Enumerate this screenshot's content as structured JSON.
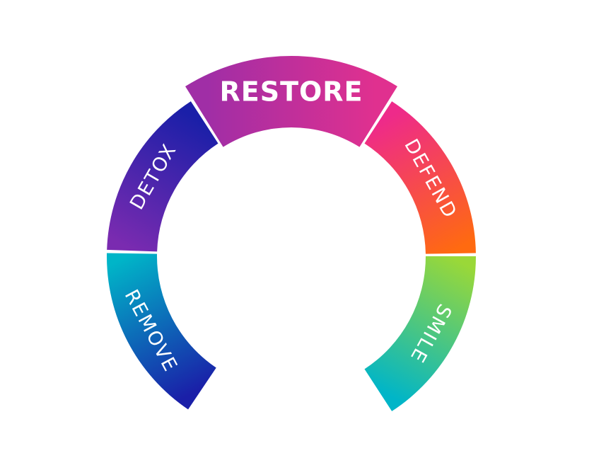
{
  "diagram": {
    "segments": [
      {
        "key": "remove",
        "label": "REMOVE",
        "color_start": "#1a1fa8",
        "color_end": "#00b5c8"
      },
      {
        "key": "detox",
        "label": "DETOX",
        "color_start": "#7a2bb0",
        "color_end": "#1a1fa8"
      },
      {
        "key": "restore",
        "label": "RESTORE",
        "color_start": "#a02ea6",
        "color_end": "#e0308f"
      },
      {
        "key": "defend",
        "label": "DEFEND",
        "color_start": "#ee2a8a",
        "color_end": "#ff6a10"
      },
      {
        "key": "smile",
        "label": "SMILE",
        "color_start": "#9ad838",
        "color_end": "#00b5c8"
      }
    ]
  }
}
